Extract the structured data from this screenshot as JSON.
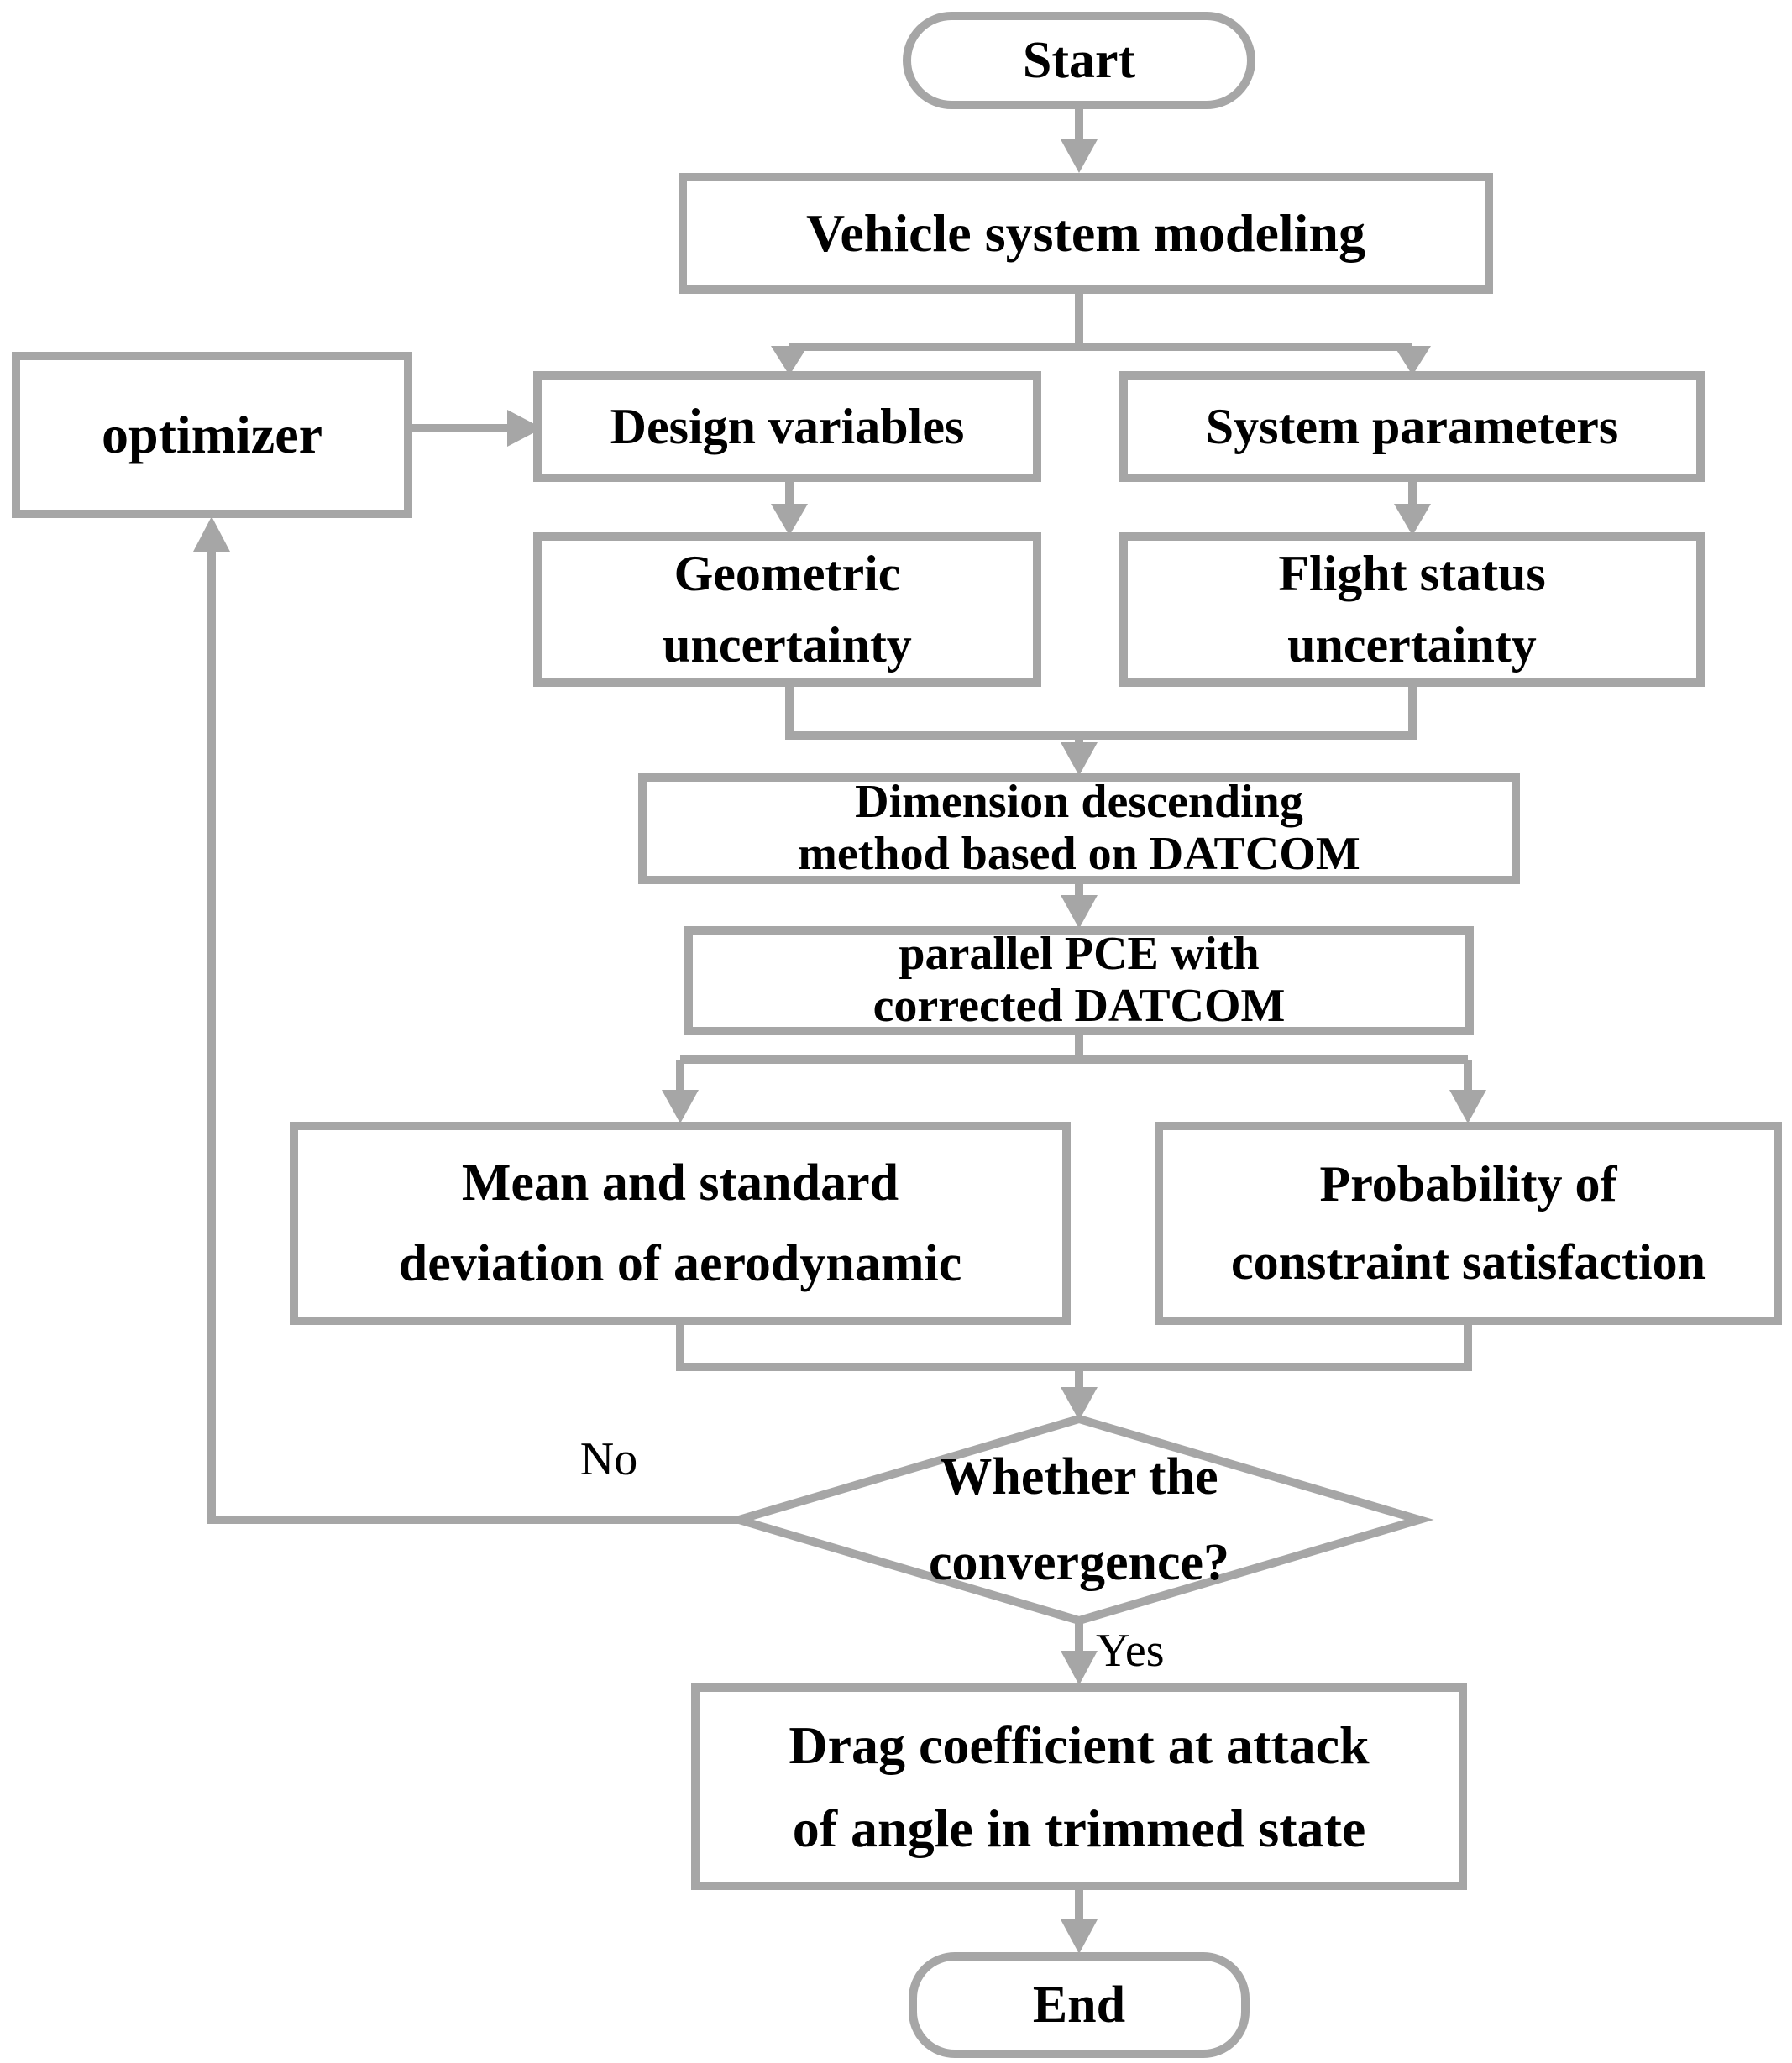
{
  "figure": {
    "type": "flowchart",
    "background_color": "#ffffff",
    "stroke_color": "#a6a6a6",
    "text_color": "#000000",
    "nodes": {
      "start": "Start",
      "vehicle_system_modeling": "Vehicle system modeling",
      "optimizer": "optimizer",
      "design_variables": "Design variables",
      "system_parameters": "System parameters",
      "geometric_uncertainty": "Geometric\nuncertainty",
      "flight_status_uncertainty": "Flight status\nuncertainty",
      "dimension_descending": "Dimension descending\nmethod based on DATCOM",
      "parallel_pce": "parallel PCE with\ncorrected DATCOM",
      "mean_std_aero": "Mean and standard\ndeviation of aerodynamic",
      "probability_constraint": "Probability of\nconstraint satisfaction",
      "convergence_decision": "Whether the\nconvergence?",
      "drag_coefficient": "Drag coefficient at attack\nof angle in trimmed state",
      "end": "End"
    },
    "edge_labels": {
      "no": "No",
      "yes": "Yes"
    }
  }
}
